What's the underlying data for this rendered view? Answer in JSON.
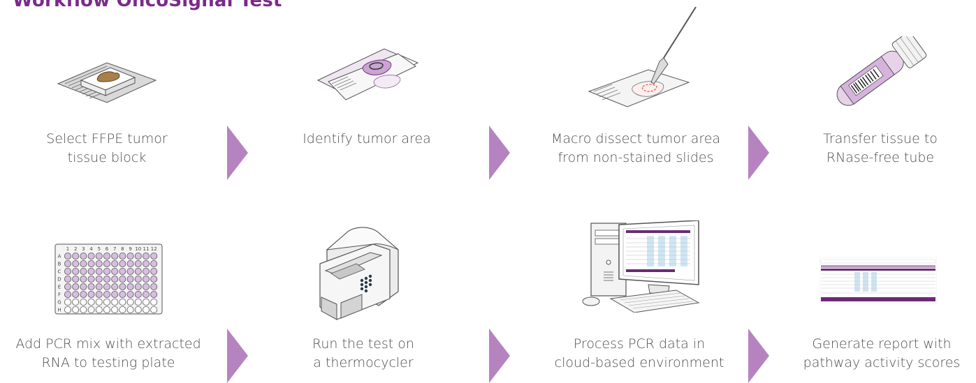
{
  "title": "Workflow OncoSignal Test",
  "colors": {
    "accent": "#b584c0",
    "title": "#7b2a8a",
    "text": "#4f4f4f"
  },
  "steps": [
    {
      "icon": "tissue-block-icon",
      "line1": "Select FFPE tumor",
      "line2": "tissue block"
    },
    {
      "icon": "stained-slides-icon",
      "line1": "Identify tumor area",
      "line2": ""
    },
    {
      "icon": "scalpel-slide-icon",
      "line1": "Macro dissect tumor area",
      "line2": "from non-stained slides"
    },
    {
      "icon": "tube-icon",
      "line1": "Transfer tissue to",
      "line2": "RNase-free tube"
    },
    {
      "icon": "pcr-plate-icon",
      "line1": "Add PCR mix with extracted",
      "line2": "RNA to testing plate"
    },
    {
      "icon": "thermocycler-icon",
      "line1": "Run the test on",
      "line2": "a thermocycler"
    },
    {
      "icon": "computer-icon",
      "line1": "Process PCR data in",
      "line2": "cloud-based environment"
    },
    {
      "icon": "report-icon",
      "line1": "Generate report with",
      "line2": "pathway activity scores"
    }
  ],
  "plate": {
    "columns": [
      "1",
      "2",
      "3",
      "4",
      "5",
      "6",
      "7",
      "8",
      "9",
      "10",
      "11",
      "12"
    ],
    "rows": [
      "A",
      "B",
      "C",
      "D",
      "E",
      "F",
      "G",
      "H"
    ]
  }
}
